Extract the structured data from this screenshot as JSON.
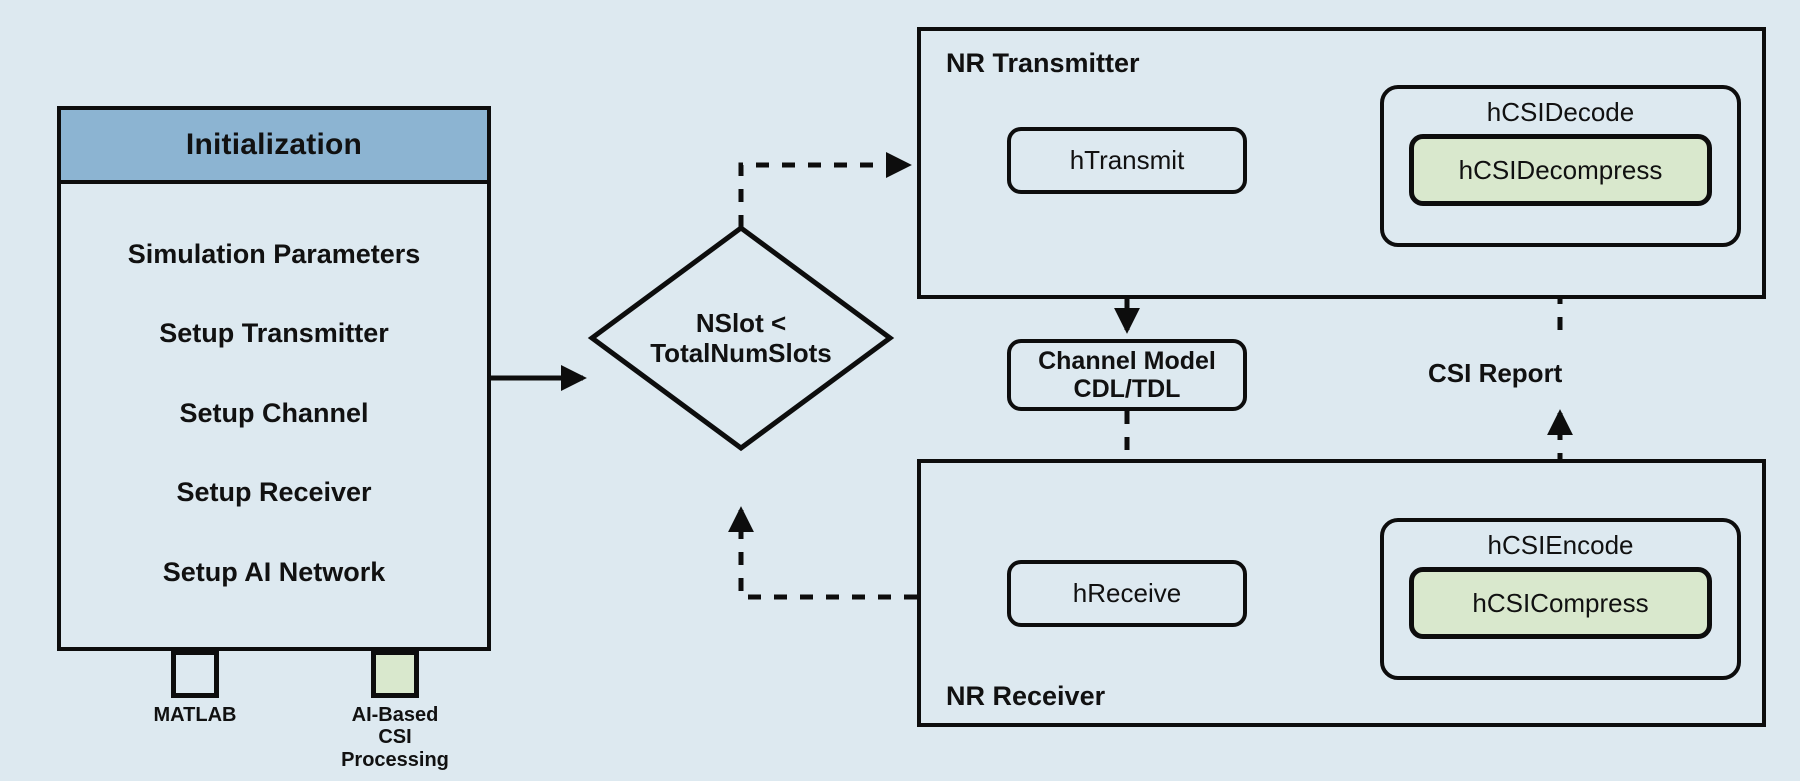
{
  "diagram": {
    "background_color": "#dde9f0",
    "stroke_color": "#0d0d0d",
    "header_color": "#8cb4d2",
    "ai_color": "#d9e8cd"
  },
  "initialization": {
    "title": "Initialization",
    "items": [
      {
        "label": "Simulation Parameters"
      },
      {
        "label": "Setup Transmitter"
      },
      {
        "label": "Setup Channel"
      },
      {
        "label": "Setup Receiver"
      },
      {
        "label": "Setup AI Network"
      }
    ]
  },
  "legend": {
    "entries": [
      {
        "label": "MATLAB",
        "swatch": "matlab",
        "color": "#dde9f0"
      },
      {
        "label": "AI-Based\nCSI Processing",
        "swatch": "ai",
        "color": "#d9e8cd"
      }
    ]
  },
  "decision": {
    "label": "NSlot <\nTotalNumSlots"
  },
  "transmitter": {
    "title": "NR Transmitter",
    "transmit_node": "hTransmit",
    "csi_decode": {
      "title": "hCSIDecode",
      "inner": "hCSIDecompress"
    }
  },
  "channel": {
    "label": "Channel Model\nCDL/TDL"
  },
  "receiver": {
    "title": "NR Receiver",
    "receive_node": "hReceive",
    "csi_encode": {
      "title": "hCSIEncode",
      "inner": "hCSICompress"
    }
  },
  "edges": {
    "csi_report_label": "CSI Report"
  }
}
